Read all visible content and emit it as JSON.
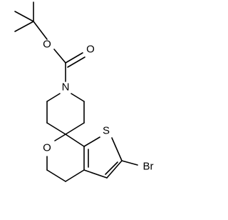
{
  "diagram": {
    "atoms": {
      "o_carbonyl": "O",
      "o_ester": "O",
      "n_piperidine": "N",
      "o_pyran": "O",
      "s_thiophene": "S",
      "br": "Br"
    },
    "colors": {
      "ink": "#000000",
      "background": "#ffffff"
    }
  }
}
